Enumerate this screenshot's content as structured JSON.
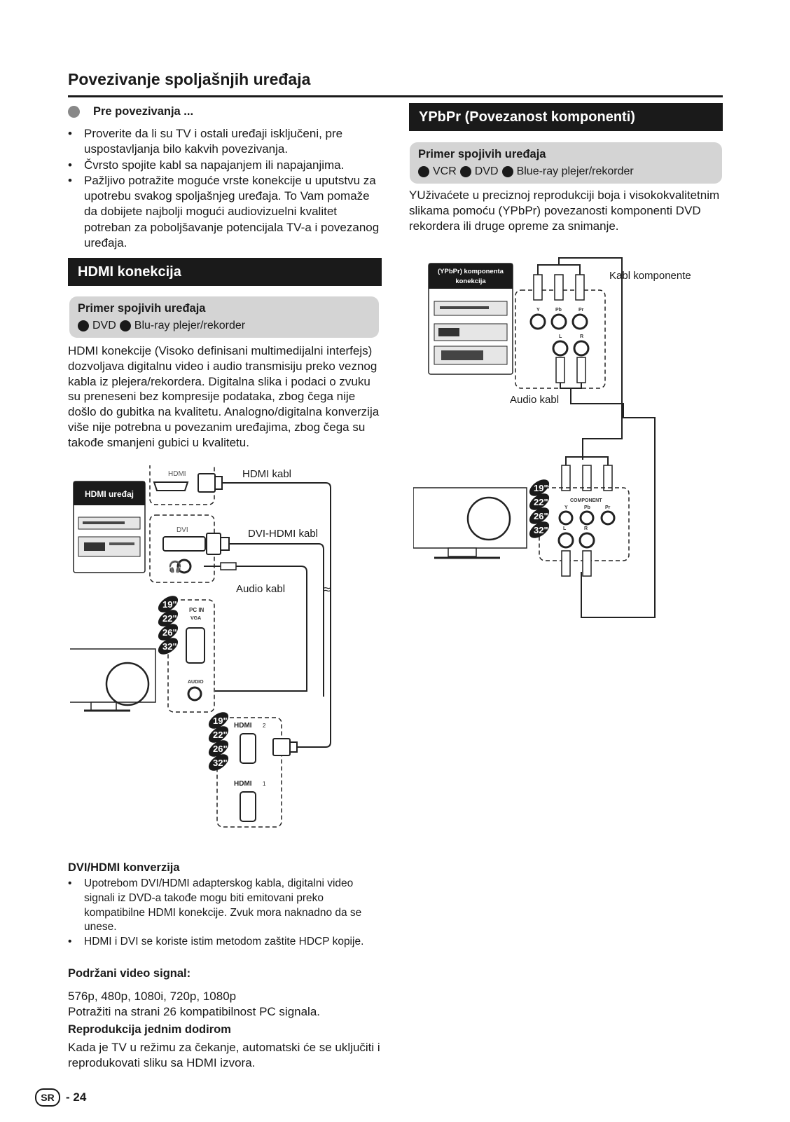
{
  "page": {
    "title": "Povezivanje spoljašnjih uređaja",
    "badge": "SR",
    "page_number": "- 24"
  },
  "pre_connect": {
    "heading": "Pre povezivanja ...",
    "items": [
      "Proverite da li su TV i ostali uređaji isključeni, pre uspostavljanja bilo kakvih povezivanja.",
      "Čvrsto spojite kabl sa napajanjem ili napajanjima.",
      "Pažljivo potražite moguće vrste konekcije u uputstvu za upotrebu svakog spoljašnjeg uređaja. To Vam pomaže da dobijete najbolji mogući audiovizuelni kvalitet potreban za poboljšavanje potencijala TV-a i povezanog uređaja."
    ]
  },
  "hdmi": {
    "heading": "HDMI konekcija",
    "example_title": "Primer spojivih uređaja",
    "examples": [
      "DVD",
      "Blu-ray plejer/rekorder"
    ],
    "text": "HDMI konekcije (Visoko definisani multimedijalni interfejs) dozvoljava digitalnu video i audio transmisiju preko veznog kabla iz plejera/rekordera. Digitalna slika i podaci o zvuku su preneseni bez kompresije podataka, zbog čega nije došlo do gubitka na kvalitetu. Analogno/digitalna konverzija više nije potrebna u povezanim uređajima, zbog čega su takođe smanjeni gubici u kvalitetu.",
    "diagram": {
      "device_label": "HDMI uređaj",
      "hdmi_port": "HDMI",
      "dvi_port": "DVI",
      "hdmi_cable": "HDMI kabl",
      "dvi_cable": "DVI-HDMI kabl",
      "audio_cable": "Audio kabl",
      "pc_in": "PC IN",
      "vga": "VGA",
      "audio_port": "AUDIO",
      "hdmi2": "HDMI",
      "hdmi2_num": "2",
      "hdmi1": "HDMI",
      "hdmi1_num": "1",
      "sizes": [
        "19\"",
        "22\"",
        "26\"",
        "32\""
      ]
    }
  },
  "dvi_conv": {
    "heading": "DVI/HDMI konverzija",
    "items": [
      "Upotrebom DVI/HDMI adapterskog kabla, digitalni video signali iz DVD-a takođe mogu biti emitovani preko kompatibilne HDMI konekcije. Zvuk mora naknadno da se unese.",
      "HDMI i DVI se koriste istim metodom zaštite HDCP kopije."
    ]
  },
  "signal": {
    "heading": "Podržani video signal:",
    "line1": "576p, 480p, 1080i, 720p, 1080p",
    "line2": "Potražiti na strani 26 kompatibilnost PC signala."
  },
  "one_touch": {
    "heading": "Reprodukcija jednim dodirom",
    "text": "Kada je TV u režimu za čekanje, automatski će se uključiti i reprodukovati sliku sa HDMI izvora."
  },
  "ypbpr": {
    "heading": "YPbPr (Povezanost komponenti)",
    "example_title": "Primer spojivih uređaja",
    "examples": [
      "VCR",
      "DVD",
      "Blue-ray plejer/rekorder"
    ],
    "text": "YUživaćete u preciznoj reprodukciji boja i visokokvalitetnim slikama pomoću (YPbPr) povezanosti komponenti DVD rekordera ili druge opreme za snimanje.",
    "diagram": {
      "device_label_1": "(YPbPr) komponenta",
      "device_label_2": "konekcija",
      "component_cable": "Kabl komponente",
      "audio_cable": "Audio kabl",
      "component": "COMPONENT",
      "y": "Y",
      "pb": "Pb",
      "pr": "Pr",
      "l": "L",
      "r": "R",
      "sizes": [
        "19\"",
        "22\"",
        "26\"",
        "32\""
      ]
    }
  }
}
